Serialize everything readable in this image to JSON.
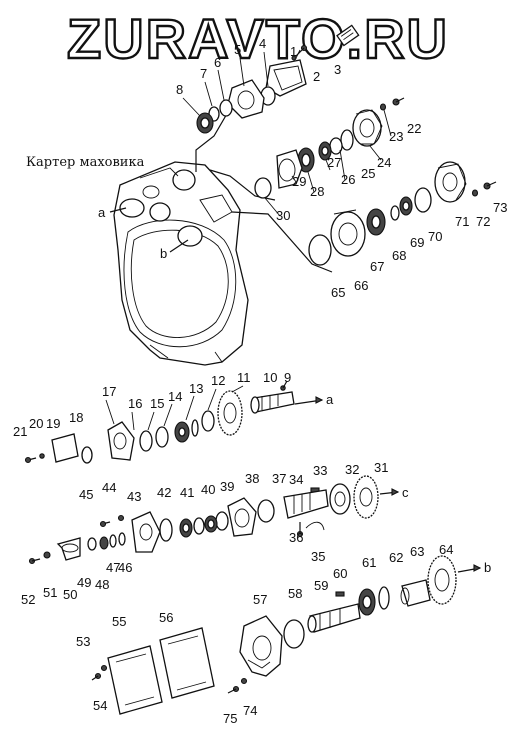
{
  "watermark": "ZURAVTO.RU",
  "caption": "Картер маховика",
  "callouts": {
    "a": "a",
    "b": "b",
    "c": "c"
  },
  "parts": [
    "1",
    "2",
    "3",
    "4",
    "5",
    "6",
    "7",
    "8",
    "9",
    "10",
    "11",
    "12",
    "13",
    "14",
    "15",
    "16",
    "17",
    "18",
    "19",
    "20",
    "21",
    "22",
    "23",
    "24",
    "25",
    "26",
    "27",
    "28",
    "29",
    "30",
    "31",
    "32",
    "33",
    "34",
    "35",
    "36",
    "37",
    "38",
    "39",
    "40",
    "41",
    "42",
    "43",
    "44",
    "45",
    "46",
    "47",
    "48",
    "49",
    "50",
    "51",
    "52",
    "53",
    "54",
    "55",
    "56",
    "57",
    "58",
    "59",
    "60",
    "61",
    "62",
    "63",
    "64",
    "65",
    "66",
    "67",
    "68",
    "69",
    "70",
    "71",
    "72",
    "73",
    "74",
    "75"
  ]
}
